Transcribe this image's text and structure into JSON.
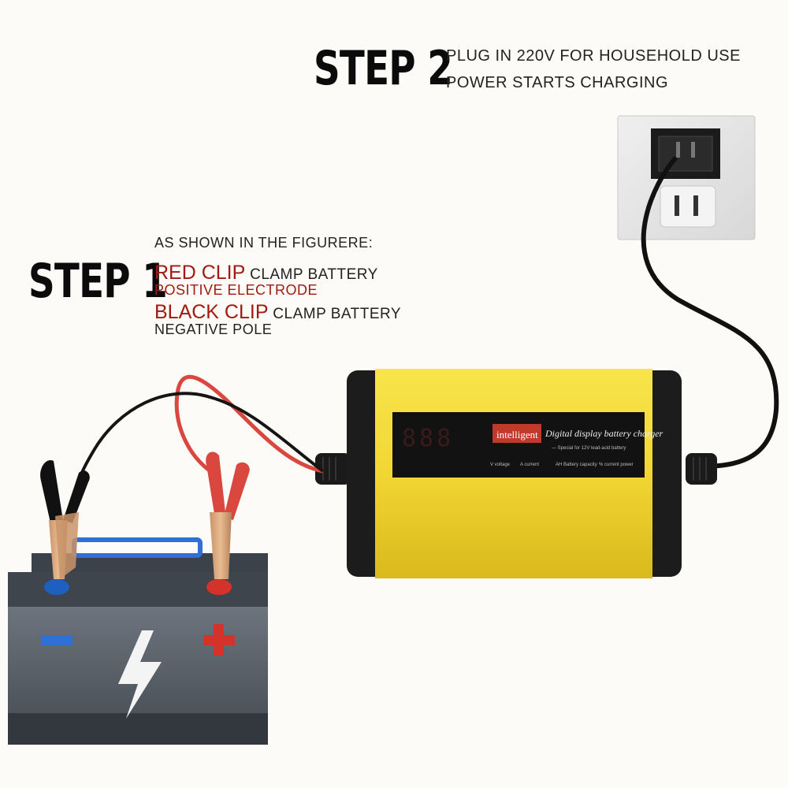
{
  "step2": {
    "title": "STEP 2",
    "line1": "PLUG IN 220V FOR HOUSEHOLD USE",
    "line2": "POWER STARTS CHARGING"
  },
  "step1": {
    "title": "STEP 1",
    "intro": "AS SHOWN IN THE FIGURERE:",
    "red_clip": "RED CLIP",
    "red_rest": " CLAMP BATTERY",
    "red_line2": "POSITIVE ELECTRODE",
    "black_clip": "BLACK CLIP",
    "black_rest": " CLAMP BATTERY",
    "black_line2": "NEGATIVE POLE"
  },
  "charger": {
    "display_digits": "888",
    "badge": "intelligent",
    "title": "Digital display battery charger",
    "subtitle": "— Special for 12V lead-acid battery",
    "indicators": [
      "V voltage",
      "A current",
      "AH Battery capacity",
      "% current power"
    ]
  },
  "battery": {
    "minus_symbol": "−",
    "plus_symbol": "+"
  },
  "colors": {
    "charger_body": "#f2d634",
    "red_clip": "#d9473e",
    "red_text": "#a11b10",
    "battery_body": "#5e6670",
    "terminal_negative": "#1f5fbf",
    "terminal_positive": "#d3332a"
  }
}
